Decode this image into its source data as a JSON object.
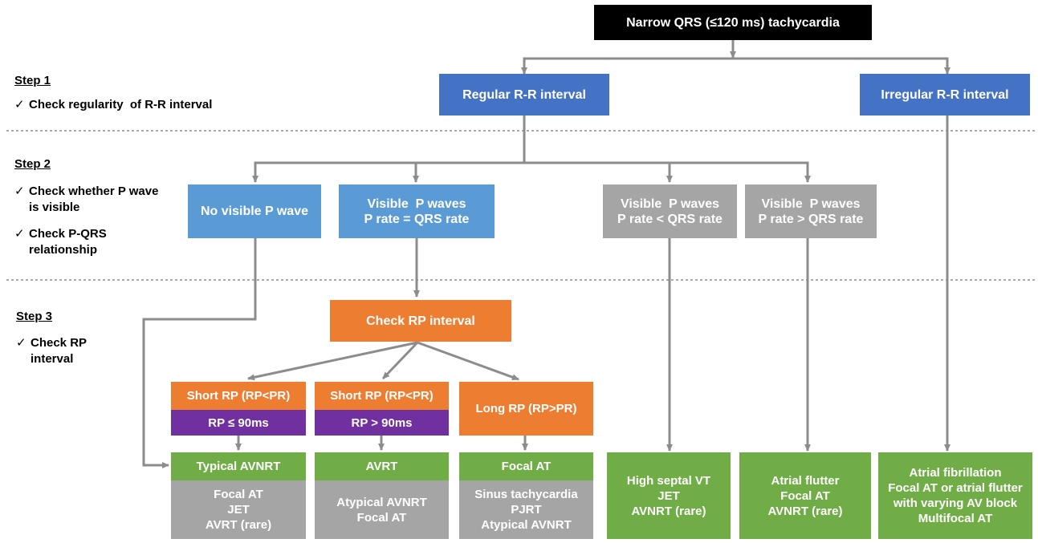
{
  "steps": [
    {
      "title": "Step 1",
      "checks": [
        "Check regularity  of R-R interval"
      ]
    },
    {
      "title": "Step 2",
      "checks": [
        "Check whether P wave is visible",
        "Check P-QRS relationship"
      ]
    },
    {
      "title": "Step 3",
      "checks": [
        "Check RP interval"
      ]
    }
  ],
  "check_mark": "✓",
  "nodes": {
    "root": [
      "Narrow QRS (≤120 ms) tachycardia"
    ],
    "regular": [
      "Regular R-R interval"
    ],
    "irregular": [
      "Irregular R-R interval"
    ],
    "no_p": [
      "No visible P wave"
    ],
    "p_equal": [
      "Visible  P waves",
      "P rate = QRS rate"
    ],
    "p_less": [
      "Visible  P waves",
      "P rate < QRS rate"
    ],
    "p_greater": [
      "Visible  P waves",
      "P rate > QRS rate"
    ],
    "check_rp": [
      "Check RP interval"
    ],
    "short_rp_1": [
      "Short RP (RP<PR)"
    ],
    "rp_le_90": [
      "RP ≤ 90ms"
    ],
    "short_rp_2": [
      "Short RP (RP<PR)"
    ],
    "rp_gt_90": [
      "RP > 90ms"
    ],
    "long_rp": [
      "Long RP (RP>PR)"
    ],
    "typical_avnrt": [
      "Typical AVNRT"
    ],
    "typical_avnrt_alt": [
      "Focal AT",
      "JET",
      "AVRT (rare)"
    ],
    "avrt": [
      "AVRT"
    ],
    "avrt_alt": [
      "Atypical AVNRT",
      "Focal AT"
    ],
    "focal_at": [
      "Focal AT"
    ],
    "focal_at_alt": [
      "Sinus tachycardia",
      "PJRT",
      "Atypical AVNRT"
    ],
    "high_septal": [
      "High septal VT",
      "JET",
      "AVNRT (rare)"
    ],
    "atrial_flutter": [
      "Atrial flutter",
      "Focal AT",
      "AVNRT (rare)"
    ],
    "atrial_fib": [
      "Atrial fibrillation",
      "Focal AT or atrial flutter",
      "with varying AV block",
      "Multifocal AT"
    ]
  },
  "colors": {
    "black": "#000000",
    "blue": "#4472c4",
    "light_blue": "#5b9bd5",
    "gray": "#a5a5a5",
    "orange": "#ed7d31",
    "purple": "#7030a0",
    "green": "#70ad47",
    "connector": "#8c8c8c"
  }
}
